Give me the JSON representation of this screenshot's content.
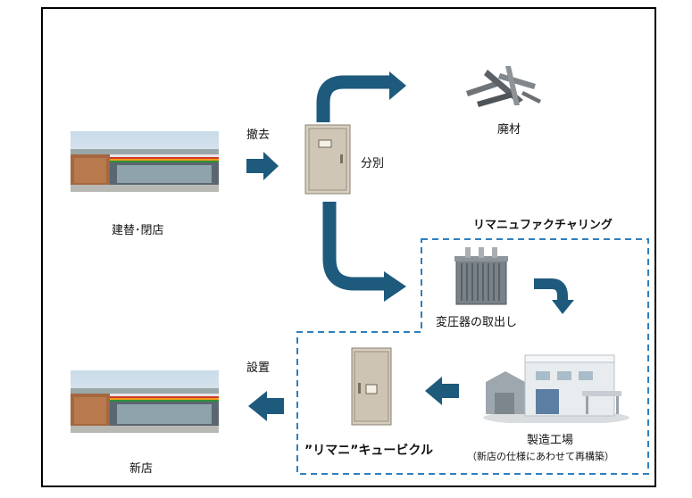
{
  "colors": {
    "arrow": "#1d5a7c",
    "dashed_box": "#2e7fbf",
    "frame": "#000000"
  },
  "labels": {
    "old_store": "建替･閉店",
    "removal": "撤去",
    "separation": "分別",
    "scrap": "廃材",
    "remanufacturing": "リマニュファクチャリング",
    "transformer_removal": "変圧器の取出し",
    "factory": "製造工場",
    "factory_note": "（新店の仕様にあわせて再構築）",
    "installation": "設置",
    "new_store": "新店",
    "product": "”リマニ”キュービクル"
  },
  "icons": {
    "old_store": "convenience-store-icon",
    "cubicle": "cubicle-cabinet-icon",
    "scrap": "scrap-metal-icon",
    "transformer": "transformer-icon",
    "factory": "factory-icon",
    "new_cubicle": "cubicle-cabinet-icon",
    "new_store": "convenience-store-icon"
  }
}
